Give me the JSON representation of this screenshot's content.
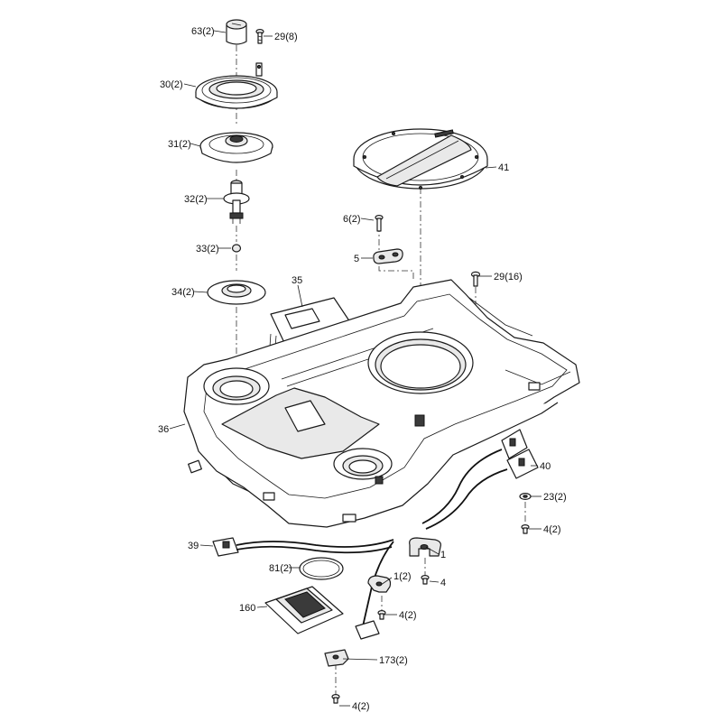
{
  "callouts": [
    {
      "id": "63",
      "text": "63(2)"
    },
    {
      "id": "29a",
      "text": "29(8)"
    },
    {
      "id": "30",
      "text": "30(2)"
    },
    {
      "id": "31",
      "text": "31(2)"
    },
    {
      "id": "32",
      "text": "32(2)"
    },
    {
      "id": "33",
      "text": "33(2)"
    },
    {
      "id": "34",
      "text": "34(2)"
    },
    {
      "id": "35",
      "text": "35"
    },
    {
      "id": "36",
      "text": "36"
    },
    {
      "id": "41",
      "text": "41"
    },
    {
      "id": "6",
      "text": "6(2)"
    },
    {
      "id": "5",
      "text": "5"
    },
    {
      "id": "29b",
      "text": "29(16)"
    },
    {
      "id": "40",
      "text": "40"
    },
    {
      "id": "23",
      "text": "23(2)"
    },
    {
      "id": "4a",
      "text": "4(2)"
    },
    {
      "id": "1a",
      "text": "1"
    },
    {
      "id": "4b",
      "text": "4"
    },
    {
      "id": "1b",
      "text": "1(2)"
    },
    {
      "id": "4c",
      "text": "4(2)"
    },
    {
      "id": "39",
      "text": "39"
    },
    {
      "id": "81",
      "text": "81(2)"
    },
    {
      "id": "160",
      "text": "160"
    },
    {
      "id": "173",
      "text": "173(2)"
    },
    {
      "id": "4d",
      "text": "4(2)"
    }
  ]
}
